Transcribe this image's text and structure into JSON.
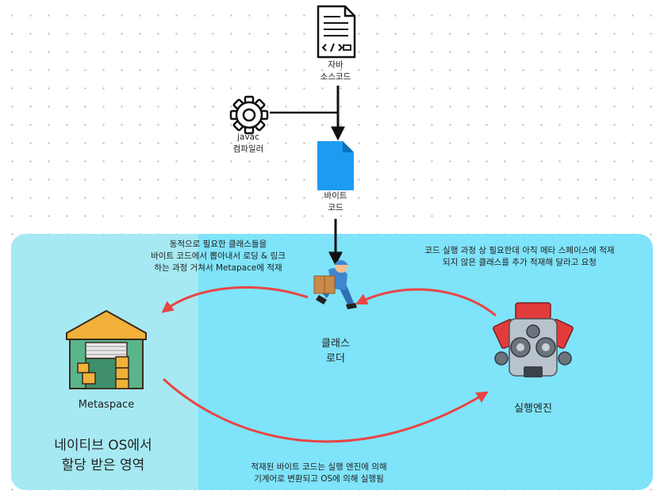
{
  "nodes": {
    "java_source": {
      "line1": "자바",
      "line2": "소스코드"
    },
    "javac": {
      "line1": "javac",
      "line2": "컴파일러"
    },
    "bytecode": {
      "line1": "바이트",
      "line2": "코드"
    },
    "class_loader": {
      "line1": "클래스",
      "line2": "로더"
    },
    "metaspace": {
      "label": "Metaspace"
    },
    "execution_engine": {
      "label": "실행엔진"
    }
  },
  "region": {
    "line1": "네이티브 OS에서",
    "line2": "할당 받은 영역"
  },
  "annotations": {
    "load_note": {
      "line1": "동적으로 필요한 클래스들을",
      "line2": "바이트 코드에서 뽑아내서 로딩 & 링크",
      "line3": "하는 과정 거쳐서 Metapace에 적재"
    },
    "request_note": {
      "line1": "코드 실행 과정 상 필요한데 아직 메타 스페이스에 적재",
      "line2": "되지 않은 클래스를 추가 적재해 달라고 요청"
    },
    "execute_note": {
      "line1": "적재된 바이트 코드는 실행 엔진에 의해",
      "line2": "기계어로 변환되고 OS에 의해 실행됨"
    }
  },
  "colors": {
    "region_outer": "#7fe3f9",
    "region_inner": "#a6e9f3",
    "arrow_red": "#e84545",
    "bytecode_file": "#1d9bf0"
  },
  "icons": [
    "document-icon",
    "gear-icon",
    "file-icon",
    "worker-icon",
    "warehouse-icon",
    "engine-icon"
  ]
}
